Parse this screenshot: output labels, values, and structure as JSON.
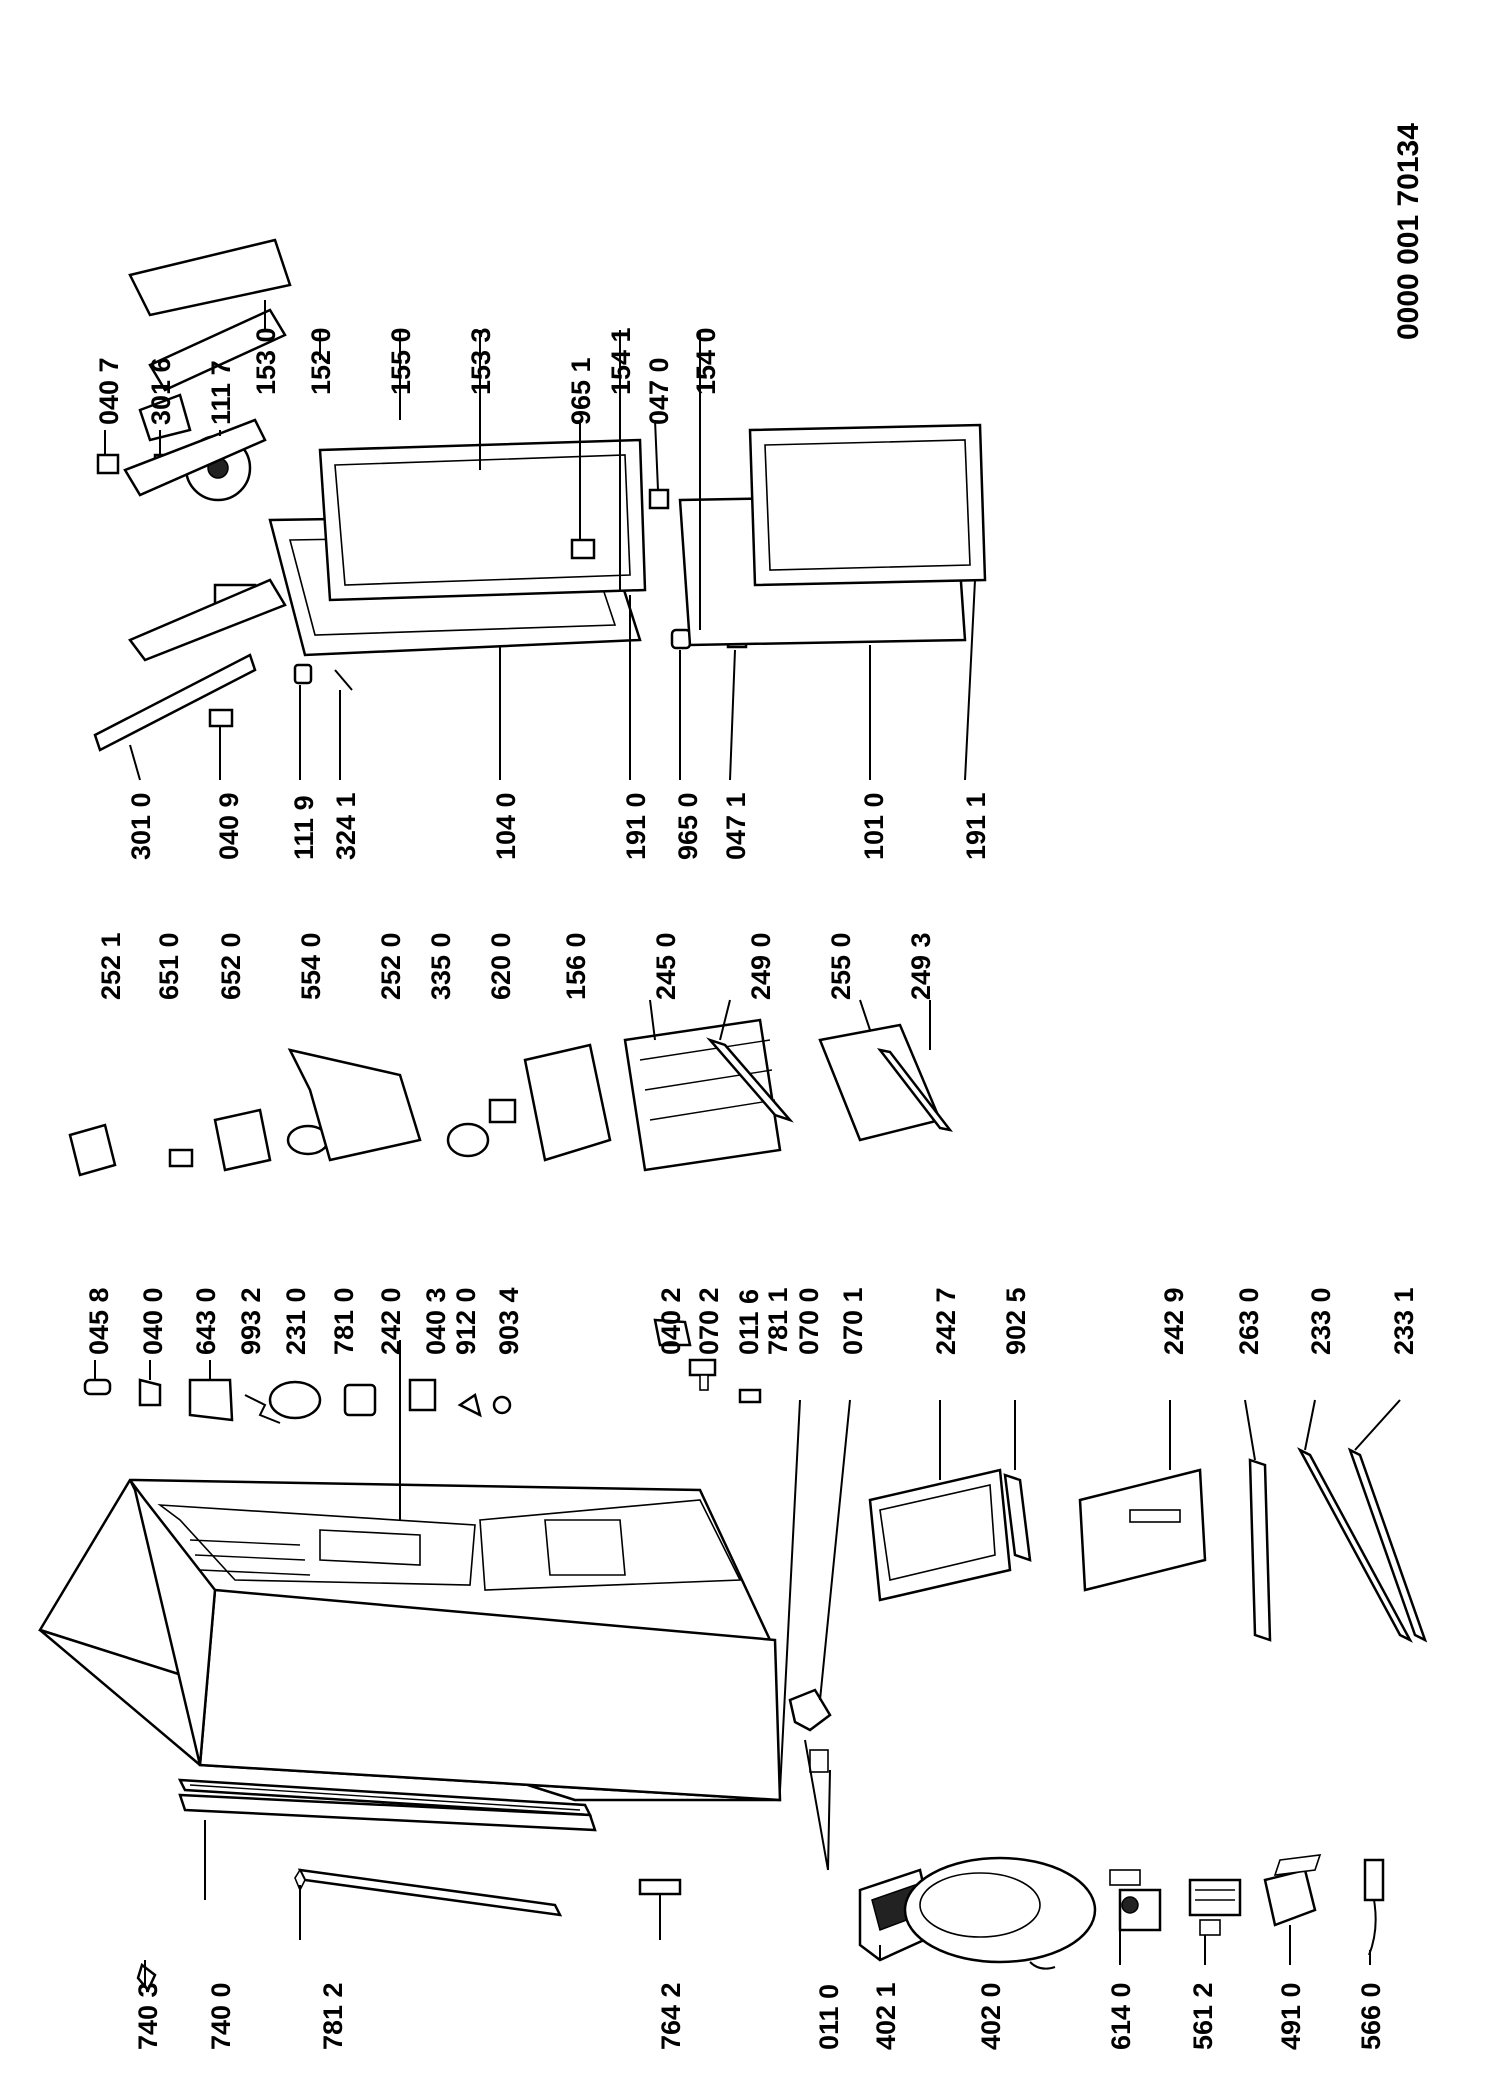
{
  "document_code": "0000 001 70134",
  "callouts": [
    "740 3",
    "740 0",
    "781 2",
    "764 2",
    "011 0",
    "402 1",
    "402 0",
    "614 0",
    "561 2",
    "491 0",
    "566 0",
    "045 8",
    "040 0",
    "643 0",
    "993 2",
    "231 0",
    "781 0",
    "242 0",
    "040 3",
    "912 0",
    "903 4",
    "040 2",
    "070 2",
    "011 6",
    "781 1",
    "070 0",
    "070 1",
    "242 7",
    "902 5",
    "242 9",
    "263 0",
    "233 0",
    "233 1",
    "252 1",
    "651 0",
    "652 0",
    "554 0",
    "252 0",
    "335 0",
    "620 0",
    "156 0",
    "245 0",
    "249 0",
    "255 0",
    "249 3",
    "301 0",
    "040 9",
    "111 9",
    "324 1",
    "104 0",
    "191 0",
    "965 0",
    "047 1",
    "101 0",
    "191 1",
    "040 7",
    "301 6",
    "111 7",
    "965 1",
    "047 0",
    "153 0",
    "152 0",
    "155 0",
    "153 3",
    "154 1",
    "154 0"
  ]
}
